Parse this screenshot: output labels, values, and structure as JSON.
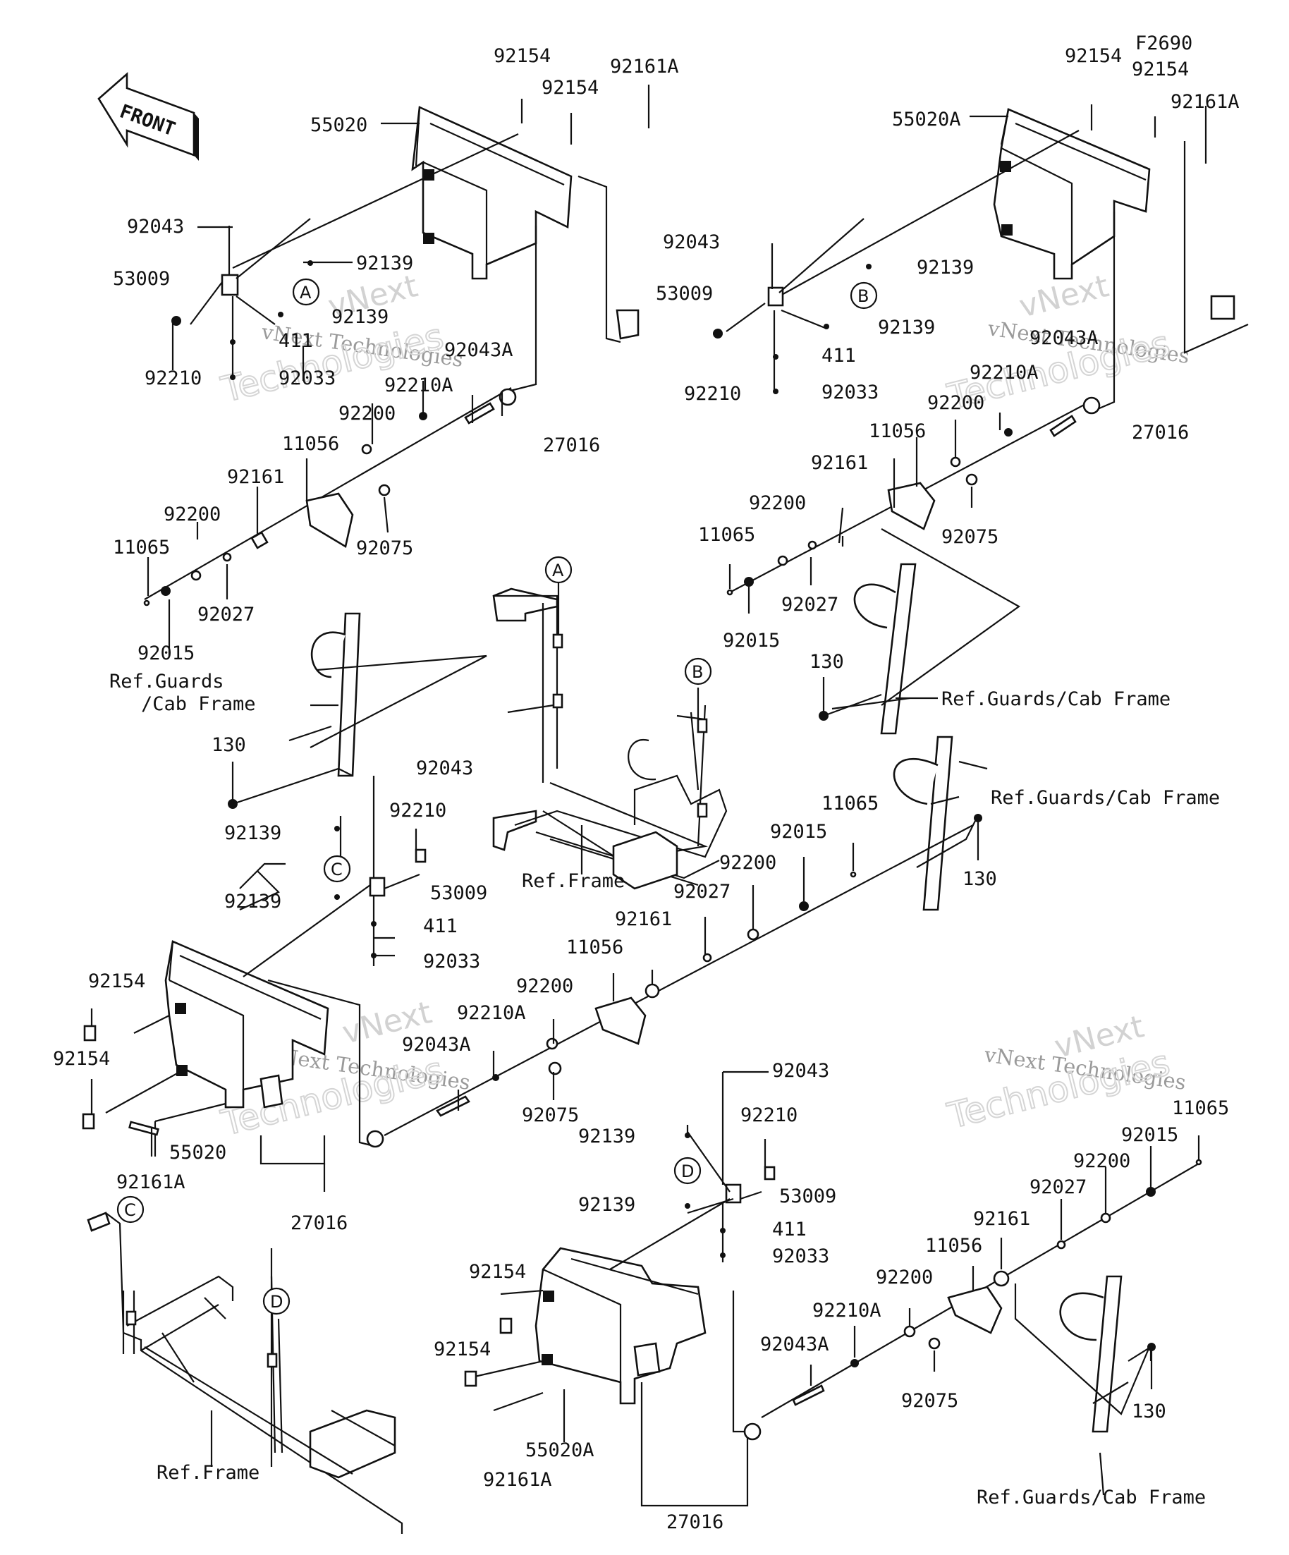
{
  "diagram_code": "F2690",
  "front_arrow_label": "FRONT",
  "watermarks": [
    {
      "brand": "vNext",
      "company": "vNext Technologies",
      "big": "Technologies"
    },
    {
      "brand": "vNext",
      "company": "vNext Technologies",
      "big": "Technologies"
    },
    {
      "brand": "vNext",
      "company": "vNext Technologies",
      "big": "Technologies"
    },
    {
      "brand": "vNext",
      "company": "vNext Technologies",
      "big": "Technologies"
    }
  ],
  "callouts": [
    "A",
    "B",
    "A",
    "B",
    "C",
    "D",
    "C",
    "D"
  ],
  "labels": {
    "q1": [
      "92154",
      "92154",
      "92161A",
      "55020",
      "92043",
      "53009",
      "92139",
      "92139",
      "411",
      "92033",
      "92210",
      "92043A",
      "92210A",
      "92200",
      "11056",
      "92161",
      "92200",
      "11065",
      "92027",
      "92015",
      "92075",
      "27016",
      "Ref.Guards",
      "/Cab Frame",
      "130"
    ],
    "q2": [
      "92154",
      "92154",
      "92161A",
      "55020A",
      "92043",
      "53009",
      "92139",
      "92139",
      "411",
      "92033",
      "92210",
      "92043A",
      "92210A",
      "92200",
      "11056",
      "92161",
      "92200",
      "11065",
      "92027",
      "92015",
      "92075",
      "27016",
      "130",
      "Ref.Guards/Cab Frame"
    ],
    "center": [
      "Ref.Frame",
      "Ref.Guards/Cab Frame",
      "130"
    ],
    "q3": [
      "92043",
      "92210",
      "92139",
      "92139",
      "53009",
      "411",
      "92033",
      "92154",
      "92154",
      "55020",
      "92161A",
      "27016",
      "92210A",
      "92043A",
      "92200",
      "92075",
      "11056",
      "92161",
      "92027",
      "92200",
      "92015",
      "11065"
    ],
    "q4": [
      "92043",
      "92210",
      "92139",
      "92139",
      "53009",
      "411",
      "92033",
      "92154",
      "92154",
      "55020A",
      "92161A",
      "27016",
      "92200",
      "92210A",
      "92043A",
      "92075",
      "11056",
      "92161",
      "92027",
      "92200",
      "92015",
      "11065",
      "130",
      "Ref.Guards/Cab Frame",
      "Ref.Frame"
    ]
  }
}
